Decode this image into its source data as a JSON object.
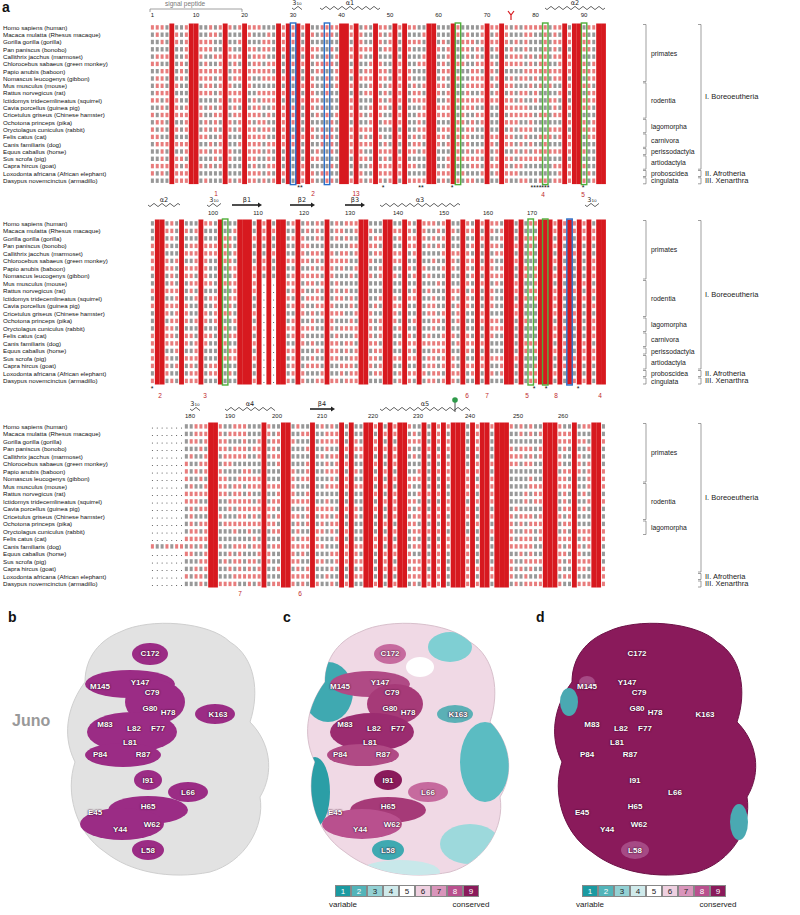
{
  "diagram": {
    "labels": [
      "Homo sapiens (human)",
      "Macaca mulatta (Rhesus macaque)",
      "Gorilla gorilla (gorilla)",
      "Pan paniscus (bonobo)",
      "Callithrix jacchus (marmoset)",
      "Chlorocebus sabaeus (green monkey)",
      "Papio anubis (baboon)",
      "Nomascus leucogenys (gibbon)",
      "Mus musculus (mouse)",
      "Rattus norvegicus (rat)",
      "Ictidomys tridecemlineatus (squirrel)",
      "Cavia porcellus (guinea pig)",
      "Cricetulus griseus (Chinese hamster)",
      "Ochotona princeps (pika)",
      "Oryctolagus cuniculus (rabbit)",
      "Felis catus (cat)",
      "Canis familiaris (dog)",
      "Equus caballus (horse)",
      "Sus scrofa (pig)",
      "Capra hircus (goat)",
      "Loxodonta africana (African elephant)",
      "Dasypus novemcinctus (armadillo)",
      "Homo sapiens (human)",
      "Macaca mulatta (Rhesus macaque)",
      "Gorilla gorilla (gorilla)",
      "Pan paniscus (bonobo)",
      "Callithrix jacchus (marmoset)",
      "Chlorocebus sabaeus (green monkey)",
      "Papio anubis (baboon)",
      "Nomascus leucogenys (gibbon)",
      "Mus musculus (mouse)",
      "Rattus norvegicus (rat)",
      "Ictidomys tridecemlineatus (squirrel)",
      "Cavia porcellus (guinea pig)",
      "Cricetulus griseus (Chinese hamster)",
      "Ochotona princeps (pika)",
      "Oryctolagus cuniculus (rabbit)",
      "Felis catus (cat)",
      "Canis familiaris (dog)",
      "Equus caballus (horse)",
      "Sus scrofa (pig)",
      "Capra hircus (goat)",
      "Loxodonta africana (African elephant)",
      "Dasypus novemcinctus (armadillo)",
      "Homo sapiens (human)",
      "Macaca mulatta (Rhesus macaque)",
      "Gorilla gorilla (gorilla)",
      "Pan paniscus (bonobo)",
      "Callithrix jacchus (marmoset)",
      "Chlorocebus sabaeus (green monkey)",
      "Papio anubis (baboon)",
      "Nomascus leucogenys (gibbon)",
      "Mus musculus (mouse)",
      "Rattus norvegicus (rat)",
      "Ictidomys tridecemlineatus (squirrel)",
      "Cavia porcellus (guinea pig)",
      "Cricetulus griseus (Chinese hamster)",
      "Ochotona princeps (pika)",
      "Oryctolagus cuniculus (rabbit)",
      "Felis catus (cat)",
      "Canis familiaris (dog)",
      "Equus caballus (horse)",
      "Sus scrofa (pig)",
      "Capra hircus (goat)",
      "Loxodonta africana (African elephant)",
      "Dasypus novemcinctus (armadillo)",
      "primates",
      "rodentia",
      "lagomorpha",
      "carnivora",
      "perissodactyla",
      "artiodactyla",
      "proboscidea",
      "cingulata",
      "I. Boreoeutheria",
      "II. Afrotheria",
      "III. Xenarthra",
      "primates",
      "rodentia",
      "lagomorpha",
      "carnivora",
      "perissodactyla",
      "artiodactyla",
      "proboscidea",
      "cingulata",
      "I. Boreoeutheria",
      "II. Afrotheria",
      "III. Xenarthra",
      "primates",
      "rodentia",
      "lagomorpha",
      "I. Boreoeutheria",
      "II. Afrotheria",
      "III. Xenarthra",
      "signal peptide",
      "1",
      "10",
      "20",
      "30",
      "40",
      "50",
      "60",
      "70",
      "80",
      "90",
      "3₁₀",
      "α1",
      "α2",
      "1",
      "**",
      "2",
      "13",
      "*",
      "**",
      "*",
      "*******",
      "4",
      "*",
      "5",
      "α2",
      "3₁₀",
      "β1",
      "β2",
      "β3",
      "α3",
      "3₁₀",
      "100",
      "110",
      "120",
      "130",
      "140",
      "150",
      "160",
      "170",
      "*",
      "2",
      "3",
      "6",
      "7",
      "5",
      "*",
      "*",
      "8",
      "*",
      "4",
      "3₁₀",
      "α4",
      "β4",
      "α5",
      "180",
      "190",
      "200",
      "210",
      "220",
      "230",
      "240",
      "250",
      "260",
      "7",
      "6",
      "a",
      "b",
      "c",
      "d",
      "Juno",
      "C172",
      "Y147",
      "M145",
      "C79",
      "G80",
      "H78",
      "K163",
      "M83",
      "L82",
      "F77",
      "L81",
      "P84",
      "R87",
      "I91",
      "L66",
      "E45",
      "H65",
      "W62",
      "Y44",
      "L58",
      "C172",
      "Y147",
      "M145",
      "C79",
      "G80",
      "H78",
      "K163",
      "M83",
      "L82",
      "F77",
      "L81",
      "P84",
      "R87",
      "I91",
      "L66",
      "E45",
      "H65",
      "W62",
      "Y44",
      "L58",
      "C172",
      "Y147",
      "M145",
      "C79",
      "G80",
      "H78",
      "K163",
      "M83",
      "L82",
      "F77",
      "L81",
      "P84",
      "R87",
      "I91",
      "L66",
      "E45",
      "H65",
      "W62",
      "Y44",
      "L58",
      "variable",
      "conserved",
      "variable",
      "conserved"
    ],
    "legend": [
      {
        "text": "1",
        "color": "#1b9aa1"
      },
      {
        "text": "2",
        "color": "#52b4b9"
      },
      {
        "text": "3",
        "color": "#93d1d4"
      },
      {
        "text": "4",
        "color": "#cfeaeb"
      },
      {
        "text": "5",
        "color": "#ffffff"
      },
      {
        "text": "6",
        "color": "#efd0e0"
      },
      {
        "text": "7",
        "color": "#d995bb"
      },
      {
        "text": "8",
        "color": "#b9508e"
      },
      {
        "text": "9",
        "color": "#8a1a5b"
      },
      {
        "text": "1",
        "color": "#1b9aa1"
      },
      {
        "text": "2",
        "color": "#52b4b9"
      },
      {
        "text": "3",
        "color": "#93d1d4"
      },
      {
        "text": "4",
        "color": "#cfeaeb"
      },
      {
        "text": "5",
        "color": "#ffffff"
      },
      {
        "text": "6",
        "color": "#efd0e0"
      },
      {
        "text": "7",
        "color": "#d995bb"
      },
      {
        "text": "8",
        "color": "#b9508e"
      },
      {
        "text": "9",
        "color": "#8a1a5b"
      }
    ]
  }
}
